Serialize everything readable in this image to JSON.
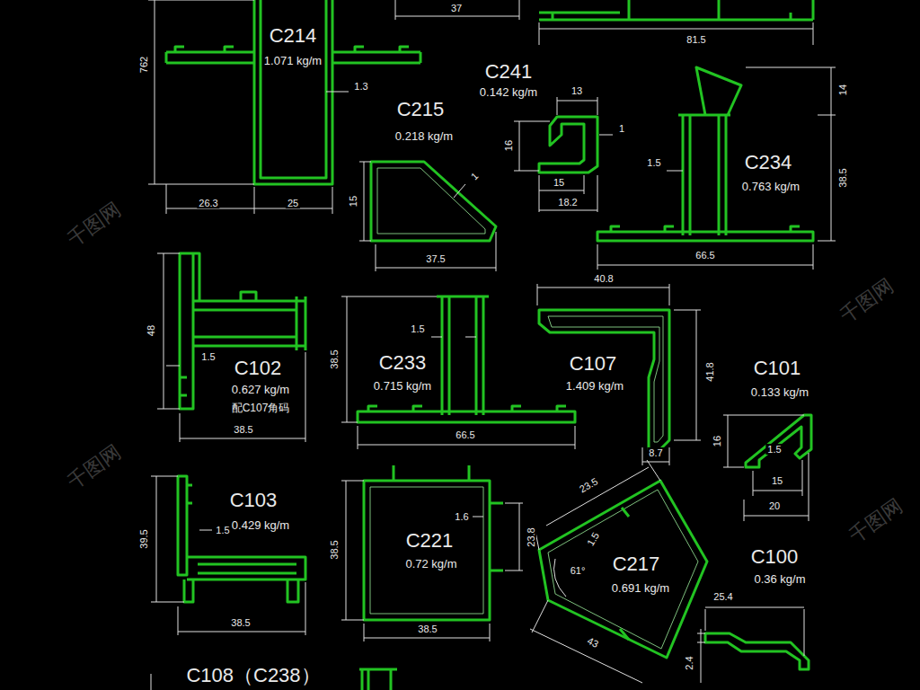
{
  "diagram": {
    "labels": [
      "37",
      "81.5",
      "762",
      "C214",
      "1.071 kg/m",
      "1.3",
      "26.3",
      "25",
      "C241",
      "0.142 kg/m",
      "13",
      "16",
      "1",
      "15",
      "18.2",
      "C215",
      "0.218 kg/m",
      "1",
      "15",
      "37.5",
      "14",
      "C234",
      "0.763 kg/m",
      "1.5",
      "38.5",
      "66.5",
      "48",
      "1.5",
      "C102",
      "0.627 kg/m",
      "配C107角码",
      "38.5",
      "38.5",
      "1.5",
      "C233",
      "0.715 kg/m",
      "66.5",
      "40.8",
      "C107",
      "1.409 kg/m",
      "41.8",
      "8.7",
      "C101",
      "0.133 kg/m",
      "16",
      "1.5",
      "15",
      "20",
      "39.5",
      "1.5",
      "C103",
      "0.429 kg/m",
      "38.5",
      "38.5",
      "1.6",
      "23.8",
      "C221",
      "0.72 kg/m",
      "38.5",
      "23.5",
      "1.5",
      "61°",
      "C217",
      "0.691 kg/m",
      "43",
      "C100",
      "0.36 kg/m",
      "25.4",
      "2.4",
      "C108（C238）",
      "千图网",
      "千图网",
      "千图网",
      "千图网"
    ]
  }
}
